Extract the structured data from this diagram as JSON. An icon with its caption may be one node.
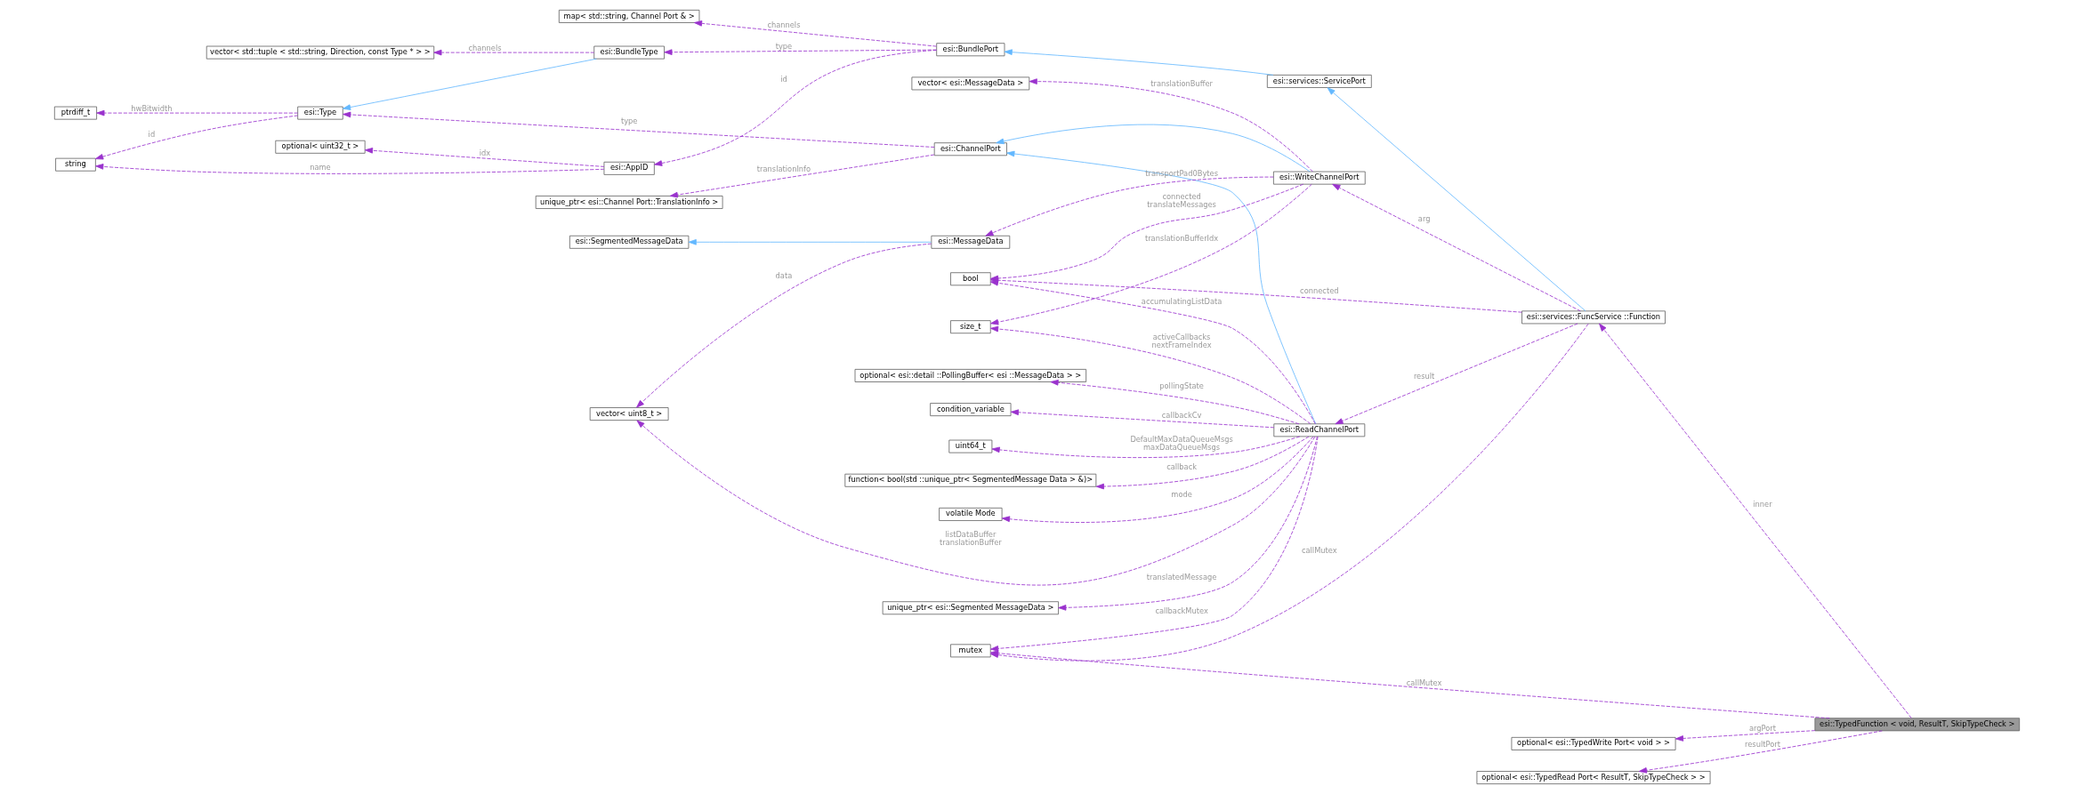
{
  "diagram": {
    "nodes": [
      {
        "text": [
          "esi::TypedFunction < void, ResultT, SkipTypeCheck >"
        ]
      },
      {
        "text": [
          "esi::services::FuncService ::Function"
        ]
      },
      {
        "text": [
          "mutex"
        ]
      },
      {
        "text": [
          "optional< esi::TypedWrite Port< void > >"
        ]
      },
      {
        "text": [
          "optional< esi::TypedRead Port< ResultT, SkipTypeCheck > >"
        ]
      },
      {
        "text": [
          "esi::services::ServicePort"
        ]
      },
      {
        "text": [
          "esi::BundlePort"
        ]
      },
      {
        "text": [
          "esi::AppID"
        ]
      },
      {
        "text": [
          "optional< uint32_t >"
        ]
      },
      {
        "text": [
          "string"
        ]
      },
      {
        "text": [
          "map< std::string, Channel Port & >"
        ]
      },
      {
        "text": [
          "esi::BundleType"
        ]
      },
      {
        "text": [
          "vector< std::tuple < std::string, Direction, const Type * > >"
        ]
      },
      {
        "text": [
          "esi::Type"
        ]
      },
      {
        "text": [
          "ptrdiff_t"
        ]
      },
      {
        "text": [
          "esi::ReadChannelPort"
        ]
      },
      {
        "text": [
          "uint64_t"
        ]
      },
      {
        "text": [
          "function< bool(std ::unique_ptr< SegmentedMessage Data > &)>"
        ]
      },
      {
        "text": [
          "volatile Mode"
        ]
      },
      {
        "text": [
          "unique_ptr< esi::Segmented MessageData >"
        ]
      },
      {
        "text": [
          "size_t"
        ]
      },
      {
        "text": [
          "vector< uint8_t >"
        ]
      },
      {
        "text": [
          "optional< esi::detail ::PollingBuffer< esi ::MessageData > >"
        ]
      },
      {
        "text": [
          "esi::ChannelPort"
        ]
      },
      {
        "text": [
          "unique_ptr< esi::Channel Port::TranslationInfo >"
        ]
      },
      {
        "text": [
          "condition_variable"
        ]
      },
      {
        "text": [
          "bool"
        ]
      },
      {
        "text": [
          "esi::WriteChannelPort"
        ]
      },
      {
        "text": [
          "esi::MessageData"
        ]
      },
      {
        "text": [
          "esi::SegmentedMessageData"
        ]
      },
      {
        "text": [
          "vector< esi::MessageData >"
        ]
      }
    ],
    "edges": [
      {
        "from": 0,
        "to": 2,
        "arrow": "to",
        "label": "callMutex",
        "style": "dashed"
      },
      {
        "from": 0,
        "to": 1,
        "arrow": "to",
        "label": "inner",
        "style": "dashed"
      },
      {
        "from": 0,
        "to": 3,
        "arrow": "to",
        "label": "argPort",
        "style": "dashed"
      },
      {
        "from": 0,
        "to": 4,
        "arrow": "to",
        "label": "resultPort",
        "style": "dashed"
      },
      {
        "from": 1,
        "to": 5,
        "arrow": "to",
        "color": "#63b8ff"
      },
      {
        "from": 1,
        "to": 2,
        "arrow": "to",
        "label": "callMutex",
        "style": "dashed"
      },
      {
        "from": 1,
        "to": 15,
        "arrow": "to",
        "label": "result",
        "style": "dashed"
      },
      {
        "from": 1,
        "to": 27,
        "arrow": "to",
        "label": "arg",
        "style": "dashed"
      },
      {
        "from": 1,
        "to": 26,
        "arrow": "to",
        "label": "connected",
        "style": "dashed"
      },
      {
        "from": 5,
        "to": 6,
        "arrow": "to",
        "color": "#63b8ff"
      },
      {
        "from": 6,
        "to": 7,
        "arrow": "to",
        "label": "id",
        "style": "dashed"
      },
      {
        "from": 6,
        "to": 10,
        "arrow": "to",
        "label": "channels",
        "style": "dashed"
      },
      {
        "from": 6,
        "to": 11,
        "arrow": "to",
        "label": "type",
        "style": "dashed"
      },
      {
        "from": 7,
        "to": 8,
        "arrow": "to",
        "label": "idx",
        "style": "dashed"
      },
      {
        "from": 7,
        "to": 9,
        "arrow": "to",
        "label": "name",
        "style": "dashed"
      },
      {
        "from": 11,
        "to": 12,
        "arrow": "to",
        "label": "channels",
        "style": "dashed"
      },
      {
        "from": 11,
        "to": 13,
        "arrow": "to",
        "color": "#63b8ff"
      },
      {
        "from": 13,
        "to": 9,
        "arrow": "to",
        "label": "id",
        "style": "dashed"
      },
      {
        "from": 13,
        "to": 14,
        "arrow": "to",
        "label": "hwBitwidth",
        "style": "dashed"
      },
      {
        "from": 15,
        "to": 2,
        "arrow": "to",
        "label": "callbackMutex",
        "style": "dashed"
      },
      {
        "from": 15,
        "to": 16,
        "arrow": "to",
        "label": "DefaultMaxDataQueueMsgs maxDataQueueMsgs",
        "style": "dashed"
      },
      {
        "from": 15,
        "to": 17,
        "arrow": "to",
        "label": "callback",
        "style": "dashed"
      },
      {
        "from": 15,
        "to": 18,
        "arrow": "to",
        "label": "mode",
        "style": "dashed"
      },
      {
        "from": 15,
        "to": 19,
        "arrow": "to",
        "label": "translatedMessage",
        "style": "dashed"
      },
      {
        "from": 15,
        "to": 20,
        "arrow": "to",
        "label": "activeCallbacks nextFrameIndex",
        "style": "dashed"
      },
      {
        "from": 15,
        "to": 21,
        "arrow": "to",
        "label": "listDataBuffer translationBuffer",
        "style": "dashed"
      },
      {
        "from": 15,
        "to": 22,
        "arrow": "to",
        "label": "pollingState",
        "style": "dashed"
      },
      {
        "from": 15,
        "to": 23,
        "arrow": "to",
        "color": "#63b8ff"
      },
      {
        "from": 15,
        "to": 25,
        "arrow": "to",
        "label": "callbackCv",
        "style": "dashed"
      },
      {
        "from": 15,
        "to": 26,
        "arrow": "to",
        "label": "accumulatingListData",
        "style": "dashed"
      },
      {
        "from": 23,
        "to": 13,
        "arrow": "to",
        "label": "type",
        "style": "dashed"
      },
      {
        "from": 23,
        "to": 24,
        "arrow": "to",
        "label": "translationInfo",
        "style": "dashed"
      },
      {
        "from": 27,
        "to": 20,
        "arrow": "to",
        "label": "translationBufferIdx",
        "style": "dashed"
      },
      {
        "from": 27,
        "to": 23,
        "arrow": "to",
        "color": "#63b8ff"
      },
      {
        "from": 27,
        "to": 26,
        "arrow": "to",
        "label": "connected translateMessages",
        "style": "dashed"
      },
      {
        "from": 27,
        "to": 28,
        "arrow": "to",
        "label": "transportPad0Bytes",
        "style": "dashed"
      },
      {
        "from": 27,
        "to": 30,
        "arrow": "to",
        "label": "translationBuffer",
        "style": "dashed"
      },
      {
        "from": 28,
        "to": 21,
        "arrow": "to",
        "label": "data",
        "style": "dashed"
      },
      {
        "from": 28,
        "to": 29,
        "arrow": "to",
        "color": "#63b8ff"
      }
    ]
  }
}
